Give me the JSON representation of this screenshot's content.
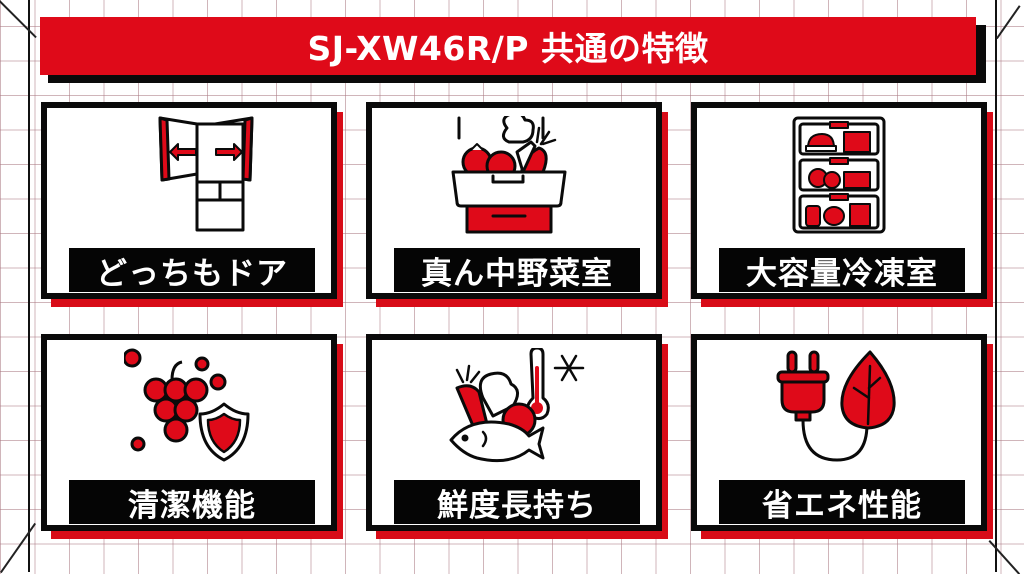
{
  "title": "SJ-XW46R/P 共通の特徴",
  "colors": {
    "accent_red": "#df0a19",
    "black": "#0a0a0a",
    "background": "#ffffff",
    "grid": "#c8a0a8"
  },
  "features": [
    {
      "label": "どっちもドア",
      "icon": "double-door-fridge-icon"
    },
    {
      "label": "真ん中野菜室",
      "icon": "vegetable-drawer-icon"
    },
    {
      "label": "大容量冷凍室",
      "icon": "freezer-shelves-icon"
    },
    {
      "label": "清潔機能",
      "icon": "grapes-shield-icon"
    },
    {
      "label": "鮮度長持ち",
      "icon": "fresh-food-thermometer-icon"
    },
    {
      "label": "省エネ性能",
      "icon": "plug-leaf-icon"
    }
  ]
}
